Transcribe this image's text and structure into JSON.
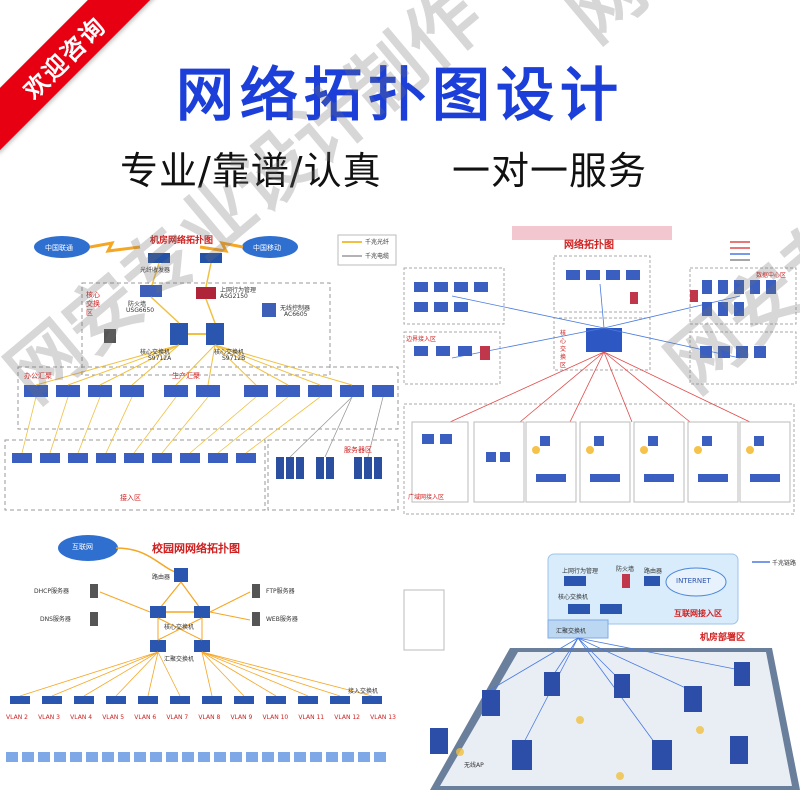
{
  "banner": {
    "ribbon": "欢迎咨询"
  },
  "title": "网络拓扑图设计",
  "subtitle_left": "专业/靠谱/认真",
  "subtitle_right": "一对一服务",
  "watermark_text": "网安专业设计制作",
  "panel_a": {
    "title": "机房网络拓扑图",
    "isp1": "中国联通",
    "isp2": "中国移动",
    "converter": "光纤收发器",
    "firewall": "防火墙",
    "firewall_model": "USG6650",
    "behavior": "上网行为管理",
    "behavior_model": "ASG2150",
    "wlan": "无线控制器",
    "wlan_model": "AC6605",
    "core_area": "核心交换区",
    "core1": "核心交换机",
    "core1_model": "S9712A",
    "core2": "核心交换机",
    "core2_model": "S9712B",
    "legend_fiber": "千兆光纤",
    "legend_copper": "千兆电缆",
    "office": "办公汇聚",
    "prod": "生产汇聚",
    "access": "接入区",
    "server": "服务器区"
  },
  "panel_b": {
    "title": "网络拓扑图",
    "core": "核心交换区",
    "border": "边界接入区",
    "dc": "数据中心区",
    "access": "广域网接入区"
  },
  "panel_c": {
    "title": "校园网网络拓扑图",
    "internet": "互联网",
    "router": "路由器",
    "core": "核心交换机",
    "dhcp": "DHCP服务器",
    "dns": "DNS服务器",
    "ftp": "FTP服务器",
    "web": "WEB服务器",
    "agg": "汇聚交换机",
    "access_sw": "接入交换机",
    "vlans": [
      "VLAN 2",
      "VLAN 3",
      "VLAN 4",
      "VLAN 5",
      "VLAN 6",
      "VLAN 7",
      "VLAN 8",
      "VLAN 9",
      "VLAN 10",
      "VLAN 11",
      "VLAN 12",
      "VLAN 13"
    ]
  },
  "panel_d": {
    "legend": "千兆链路",
    "behavior": "上网行为管理",
    "firewall": "防火墙",
    "router": "路由器",
    "internet": "INTERNET",
    "internet_zone": "互联网接入区",
    "core": "核心交换机",
    "agg": "汇聚交换机",
    "dc_zone": "机房部署区",
    "ap": "无线AP"
  },
  "colors": {
    "title_blue": "#1b3fd8",
    "ribbon_red": "#e60012",
    "accent_orange": "#f5a623"
  }
}
